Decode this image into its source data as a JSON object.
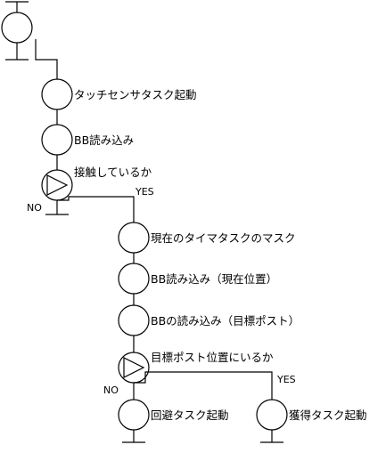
{
  "nodes": [
    {
      "id": "start",
      "label": ""
    },
    {
      "id": "touch-sensor-task-start",
      "label": "タッチセンサタスク起動"
    },
    {
      "id": "bb-read-1",
      "label": "BB読み込み"
    },
    {
      "id": "touching-decision",
      "label": "接触しているか"
    },
    {
      "id": "mask-current-timer",
      "label": "現在のタイマタスクのマスク"
    },
    {
      "id": "bb-read-current-pos",
      "label": "BB読み込み（現在位置）"
    },
    {
      "id": "bb-read-target-post",
      "label": "BBの読み込み（目標ポスト）"
    },
    {
      "id": "at-target-decision",
      "label": "目標ポスト位置にいるか"
    },
    {
      "id": "avoid-task-start",
      "label": "回避タスク起動"
    },
    {
      "id": "acquire-task-start",
      "label": "獲得タスク起動"
    }
  ],
  "branches": {
    "no_1": "NO",
    "yes_1": "YES",
    "no_2": "NO",
    "yes_2": "YES"
  }
}
